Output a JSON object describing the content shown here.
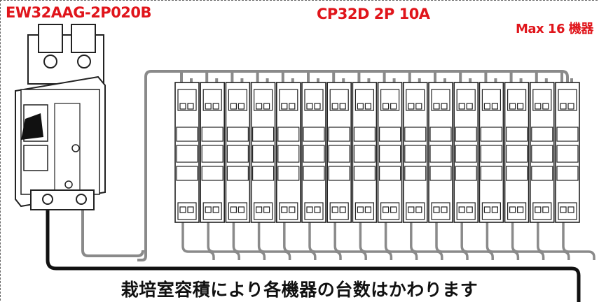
{
  "main_breaker": {
    "model": "EW32AAG-2P020B"
  },
  "branch_breakers": {
    "model": "CP32D 2P 10A",
    "max_count": "Max 16 機器"
  },
  "caption": "栽培室容積により各機器の台数はかわります",
  "colors": {
    "label_red": "#e0151b",
    "wire_gray": "#8a8a8a",
    "wire_black": "#111111"
  }
}
